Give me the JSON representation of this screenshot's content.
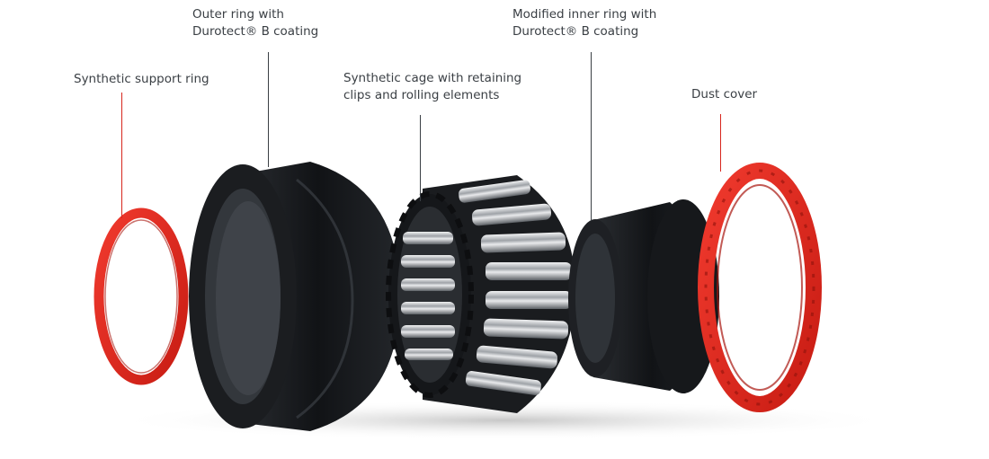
{
  "labels": {
    "support_ring": {
      "line1": "Synthetic support ring"
    },
    "outer_ring": {
      "line1": "Outer ring with",
      "line2": "Durotect® B coating"
    },
    "cage": {
      "line1": "Synthetic cage with retaining",
      "line2": "clips and rolling elements"
    },
    "inner_ring": {
      "line1": "Modified inner ring with",
      "line2": "Durotect® B coating"
    },
    "dust_cover": {
      "line1": "Dust cover"
    }
  },
  "colors": {
    "text": "#3a3f44",
    "leader_red": "#d7261e",
    "leader_dark": "#3a3f44",
    "red_part": "#e0261c",
    "black_part": "#15171a",
    "steel": "#b9bcc0"
  }
}
